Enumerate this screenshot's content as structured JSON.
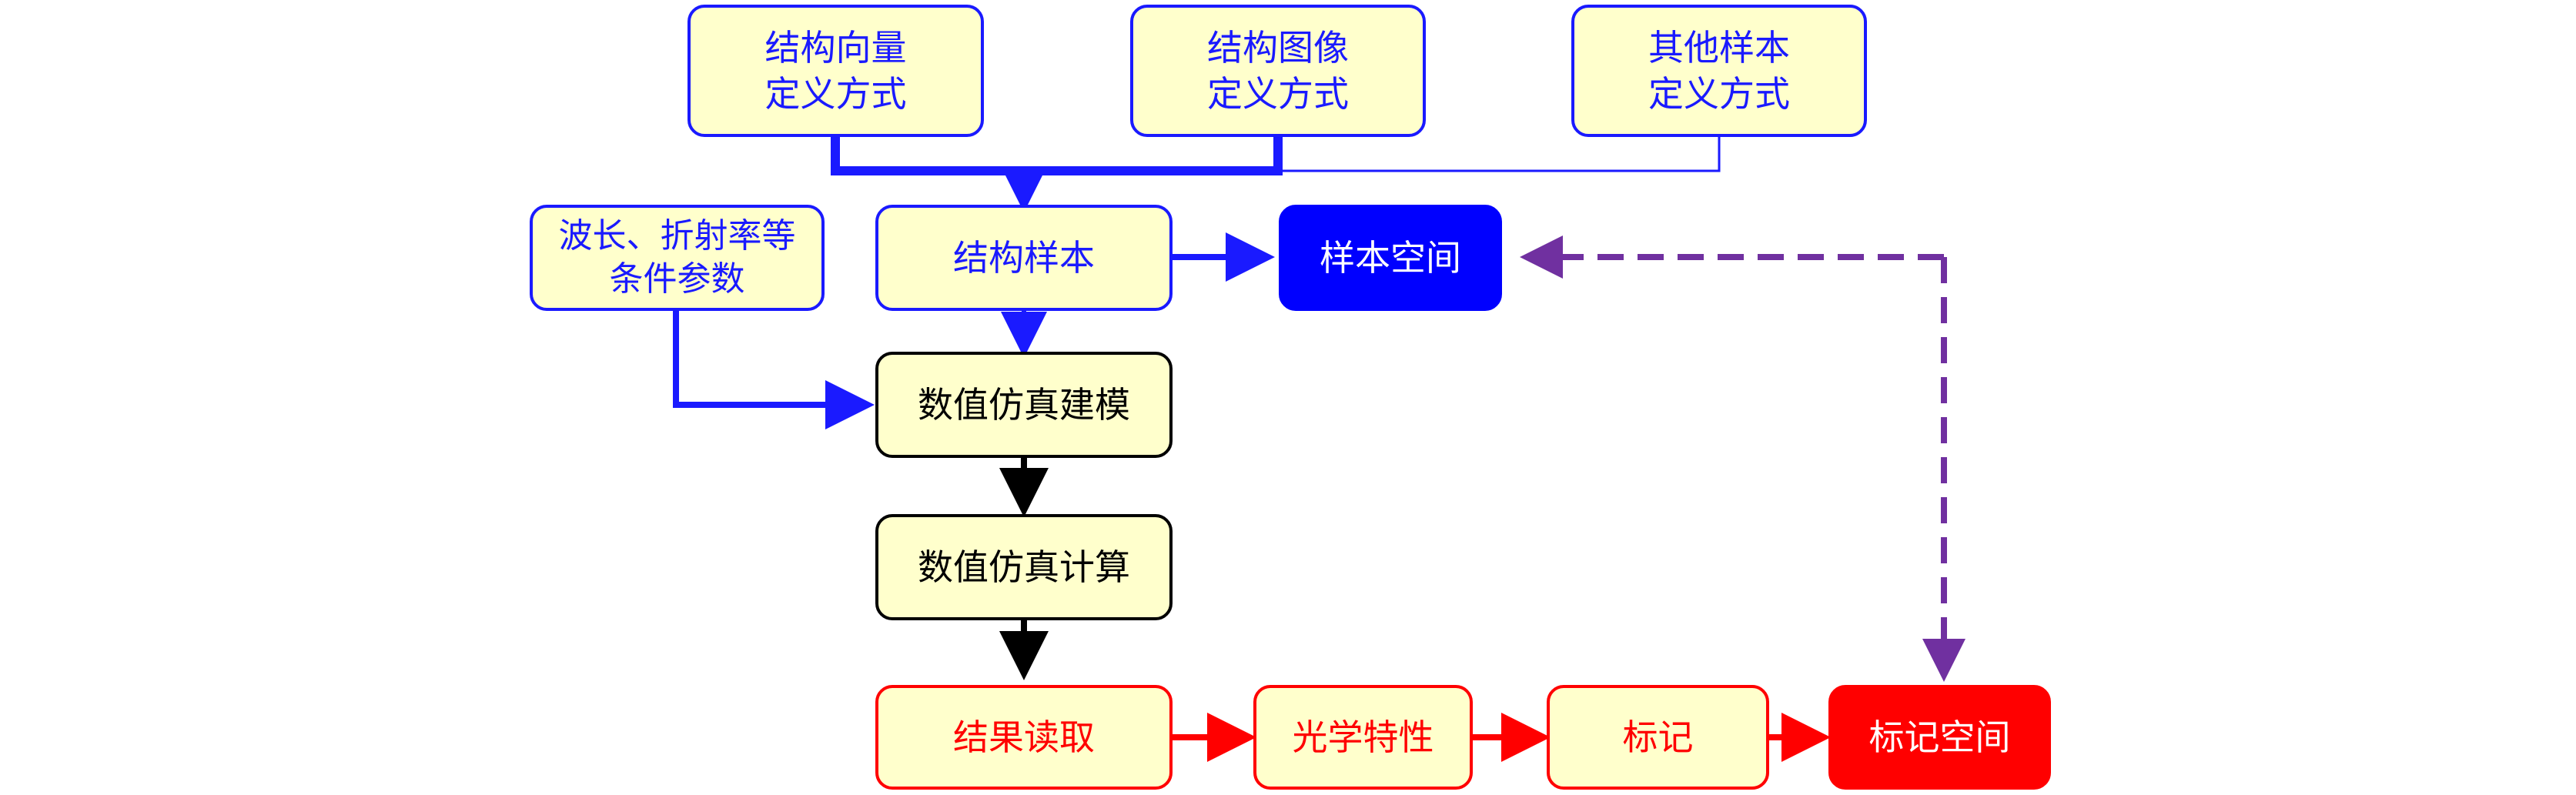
{
  "colors": {
    "blue": "#1a1aff",
    "blue_fill": "#0000ff",
    "red": "#ff0000",
    "black": "#000000",
    "purple": "#7030a0",
    "box_fill": "#ffffcc"
  },
  "nodes": {
    "vector_def": "结构向量\n定义方式",
    "image_def": "结构图像\n定义方式",
    "other_def": "其他样本\n定义方式",
    "conditions": "波长、折射率等\n条件参数",
    "structure_sample": "结构样本",
    "sample_space": "样本空间",
    "modeling": "数值仿真建模",
    "computation": "数值仿真计算",
    "result_read": "结果读取",
    "optical_property": "光学特性",
    "label": "标记",
    "label_space": "标记空间"
  }
}
